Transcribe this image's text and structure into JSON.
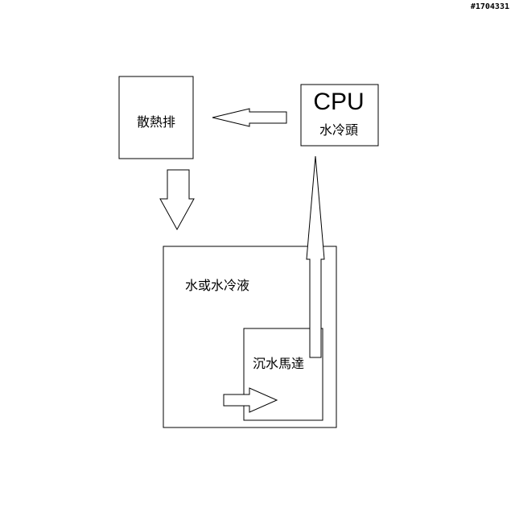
{
  "watermark": "#1704331",
  "radiator": {
    "label": "散熱排"
  },
  "cpu_block": {
    "title": "CPU",
    "label": "水冷頭"
  },
  "reservoir": {
    "label": "水或水冷液"
  },
  "pump": {
    "label": "沉水馬達"
  },
  "colors": {
    "stroke": "#000000",
    "fill": "#ffffff",
    "background": "#ffffff"
  }
}
